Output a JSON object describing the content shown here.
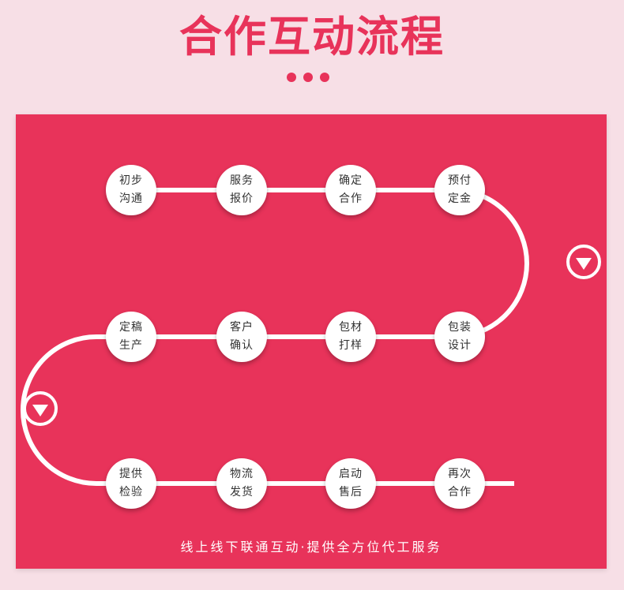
{
  "title": "合作互动流程",
  "colors": {
    "background": "#f7dfe6",
    "accent": "#e8335a",
    "node": "#ffffff",
    "text": "#333333"
  },
  "rows": [
    {
      "steps": [
        {
          "line1": "初步",
          "line2": "沟通"
        },
        {
          "line1": "服务",
          "line2": "报价"
        },
        {
          "line1": "确定",
          "line2": "合作"
        },
        {
          "line1": "预付",
          "line2": "定金"
        }
      ]
    },
    {
      "steps": [
        {
          "line1": "定稿",
          "line2": "生产"
        },
        {
          "line1": "客户",
          "line2": "确认"
        },
        {
          "line1": "包材",
          "line2": "打样"
        },
        {
          "line1": "包装",
          "line2": "设计"
        }
      ]
    },
    {
      "steps": [
        {
          "line1": "提供",
          "line2": "检验"
        },
        {
          "line1": "物流",
          "line2": "发货"
        },
        {
          "line1": "启动",
          "line2": "售后"
        },
        {
          "line1": "再次",
          "line2": "合作"
        }
      ]
    }
  ],
  "turn_icons": [
    "triangle-down-icon",
    "triangle-down-icon"
  ],
  "footer": "线上线下联通互动·提供全方位代工服务"
}
